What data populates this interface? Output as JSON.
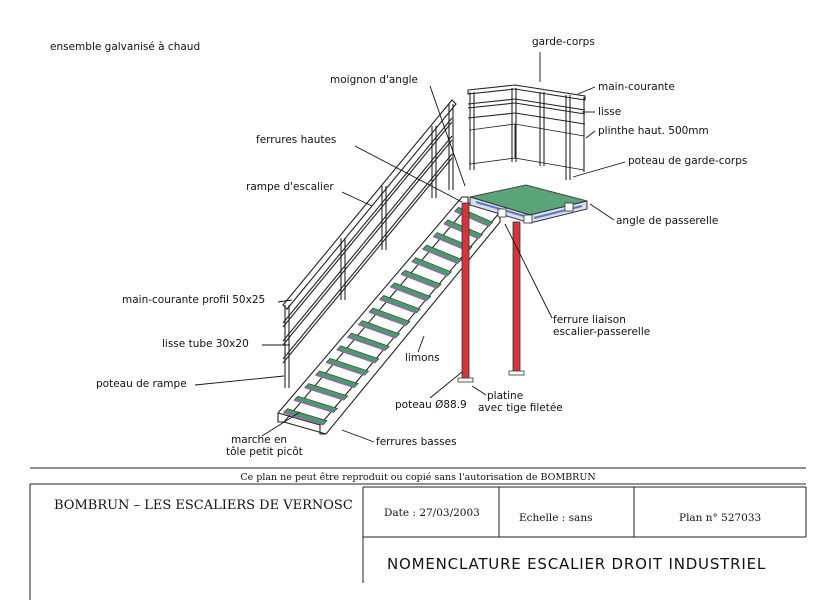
{
  "header_note": "ensemble galvanisé à chaud",
  "labels": {
    "garde_corps": "garde-corps",
    "moignon": "moignon d'angle",
    "main_courante": "main-courante",
    "lisse": "lisse",
    "plinthe": "plinthe haut. 500mm",
    "poteau_garde_corps": "poteau de garde-corps",
    "ferrures_hautes": "ferrures hautes",
    "rampe": "rampe d'escalier",
    "angle_passerelle": "angle de passerelle",
    "main_courante_profil": "main-courante profil 50x25",
    "ferrure_liaison_1": "ferrure liaison",
    "ferrure_liaison_2": "escalier-passerelle",
    "lisse_tube": "lisse tube 30x20",
    "limons": "limons",
    "poteau_rampe": "poteau de rampe",
    "platine_1": "platine",
    "platine_2": "avec tige filetée",
    "poteau_d": "poteau Ø88.9",
    "marche_1": "marche en",
    "marche_2": "tôle petit picôt",
    "ferrures_basses": "ferrures basses"
  },
  "title_block": {
    "copyright": "Ce plan ne peut être reproduit ou copié sans l'autorisation de BOMBRUN",
    "company": "BOMBRUN  –  LES ESCALIERS DE VERNOSC",
    "date": "Date :  27/03/2003",
    "scale": "Echelle :  sans",
    "plan_no": "Plan n° 527033",
    "title": "NOMENCLATURE ESCALIER DROIT INDUSTRIEL"
  },
  "colors": {
    "post_red": "#d8333a",
    "grating_green": "#4a9a6a",
    "steel_blue": "#5b78b8",
    "step_purple": "#9b5fb5"
  }
}
